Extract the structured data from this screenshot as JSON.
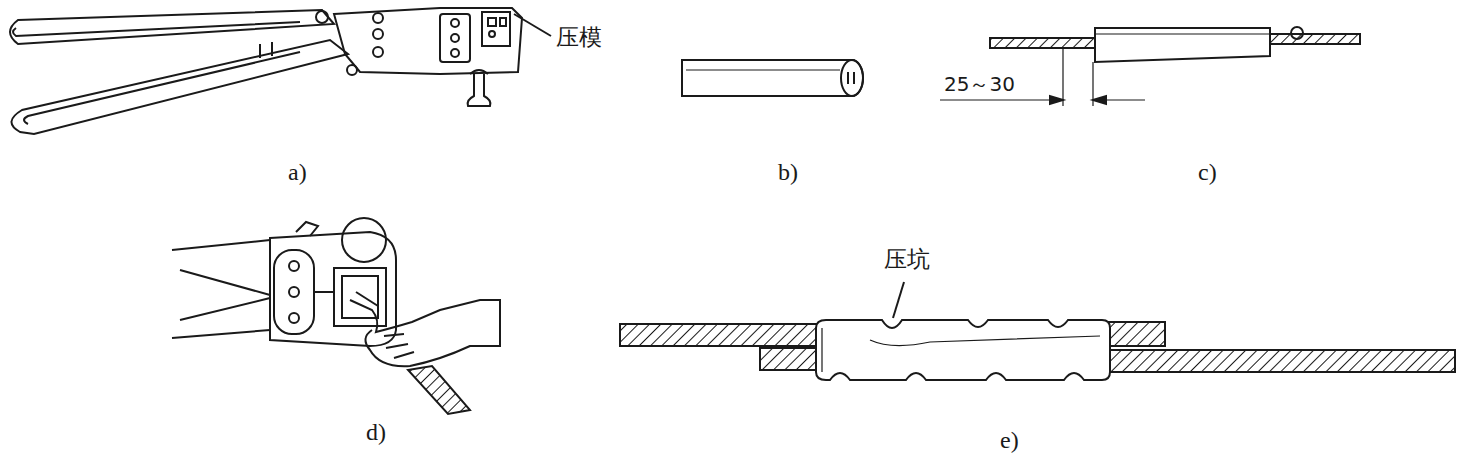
{
  "diagram": {
    "labels": [
      "压模",
      "a)",
      "b)",
      "c)",
      "25～30",
      "d)",
      "压坑",
      "e)"
    ]
  }
}
